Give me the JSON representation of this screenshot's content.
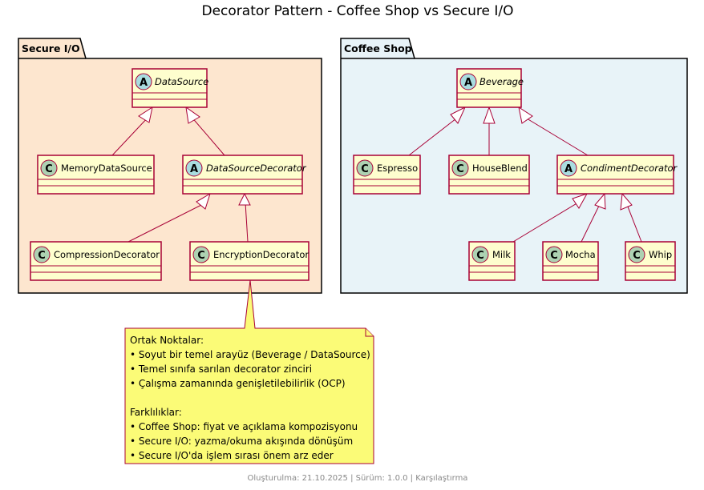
{
  "title": "Decorator Pattern - Coffee Shop vs Secure I/O",
  "packages": {
    "secure_io": {
      "name": "Secure I/O",
      "fill": "#FDE6CF"
    },
    "coffee_shop": {
      "name": "Coffee Shop",
      "fill": "#E8F3F8"
    }
  },
  "classes": {
    "datasource": {
      "name": "DataSource",
      "kind": "A"
    },
    "memorydatasource": {
      "name": "MemoryDataSource",
      "kind": "C"
    },
    "datasourcedecorator": {
      "name": "DataSourceDecorator",
      "kind": "A"
    },
    "compressiondecorator": {
      "name": "CompressionDecorator",
      "kind": "C"
    },
    "encryptiondecorator": {
      "name": "EncryptionDecorator",
      "kind": "C"
    },
    "beverage": {
      "name": "Beverage",
      "kind": "A"
    },
    "espresso": {
      "name": "Espresso",
      "kind": "C"
    },
    "houseblend": {
      "name": "HouseBlend",
      "kind": "C"
    },
    "condimentdecorator": {
      "name": "CondimentDecorator",
      "kind": "A"
    },
    "milk": {
      "name": "Milk",
      "kind": "C"
    },
    "mocha": {
      "name": "Mocha",
      "kind": "C"
    },
    "whip": {
      "name": "Whip",
      "kind": "C"
    }
  },
  "note": {
    "lines": [
      "Ortak Noktalar:",
      "• Soyut bir temel arayüz (Beverage / DataSource)",
      "• Temel sınıfa sarılan decorator zinciri",
      "• Çalışma zamanında genişletilebilirlik (OCP)",
      "",
      "Farklılıklar:",
      "• Coffee Shop: fiyat ve açıklama kompozisyonu",
      "• Secure I/O: yazma/okuma akışında dönüşüm",
      "• Secure I/O'da işlem sırası önem arz eder"
    ]
  },
  "footer": "Oluşturulma: 21.10.2025 | Sürüm: 1.0.0 | Karşılaştırma",
  "colors": {
    "class_fill": "#FEFECE",
    "class_border": "#A80036",
    "abstract_badge": "#A9DCDF",
    "class_badge": "#ADD1B2",
    "note_fill": "#FBFB77",
    "note_border": "#A80036"
  }
}
